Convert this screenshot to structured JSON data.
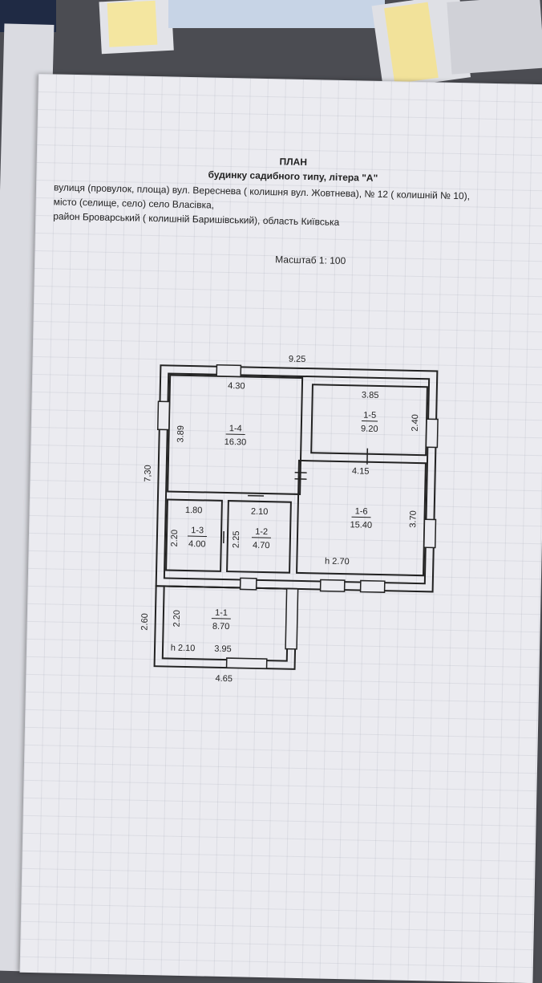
{
  "document": {
    "title": "ПЛАН",
    "subtitle": "будинку садибного типу, літера \"А\"",
    "address_line1": "вулиця (провулок, площа) вул. Вереснева ( колишня вул. Жовтнева), № 12 ( колишній № 10),",
    "address_line2": "місто (селище, село) село Власівка,",
    "address_line3": "район Броварський ( колишній  Баришівський), область Київська",
    "scale": "Масштаб 1: 100"
  },
  "plan": {
    "overall_width": "9.25",
    "overall_height": "7,30",
    "porch_height": "2.60",
    "porch_width": "4.65",
    "rooms": [
      {
        "id": "1-4",
        "area": "16.30",
        "width": "4.30",
        "length": "3.89"
      },
      {
        "id": "1-5",
        "area": "9.20",
        "width": "3.85",
        "length": "2.40"
      },
      {
        "id": "1-6",
        "area": "15.40",
        "width": "4.15",
        "length": "3.70",
        "ceiling": "h 2.70"
      },
      {
        "id": "1-3",
        "area": "4.00",
        "width": "1.80",
        "length": "2.20"
      },
      {
        "id": "1-2",
        "area": "4.70",
        "width": "2.10",
        "length": "2.25"
      },
      {
        "id": "1-1",
        "area": "8.70",
        "width": "3.95",
        "length": "2.20",
        "ceiling": "h 2.10"
      }
    ]
  },
  "colors": {
    "paper": "#ebebf0",
    "ink": "#222222",
    "background": "#4b4c52"
  }
}
